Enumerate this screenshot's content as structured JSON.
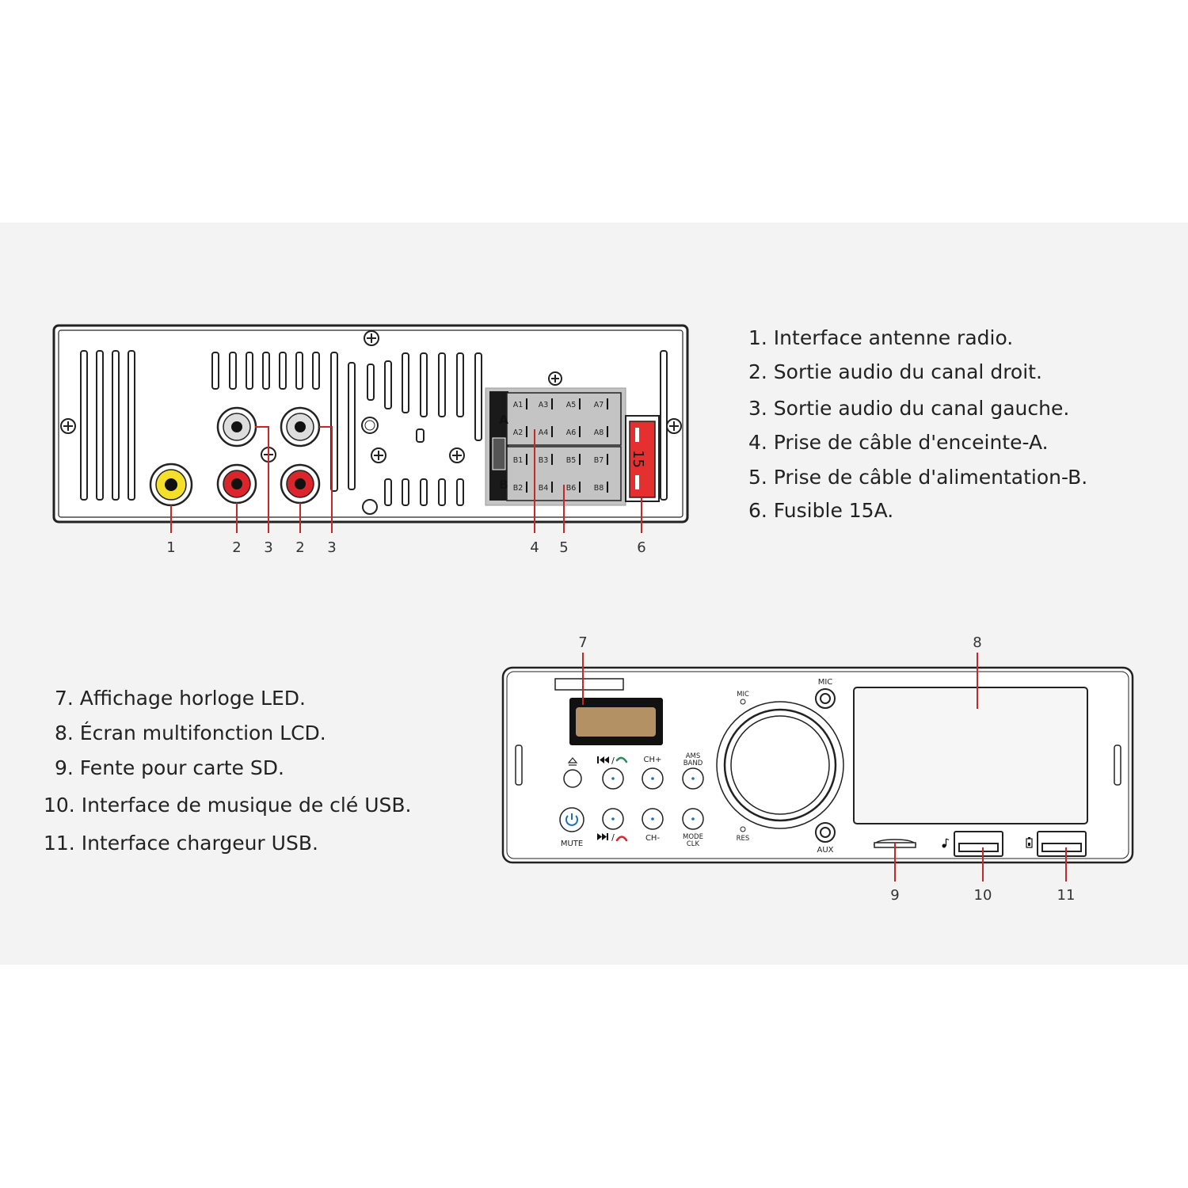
{
  "colors": {
    "band": "#f3f3f3",
    "callout_line": "#c62828",
    "rca_yellow": "#f4e02a",
    "rca_red": "#d9252b",
    "fuse_red": "#e53030",
    "connector_gray": "#c4c4c4",
    "power_blue": "#1f6fb2",
    "led_amber": "#b49164"
  },
  "rear_panel": {
    "callouts": [
      "1",
      "2",
      "3",
      "2",
      "3",
      "4",
      "5",
      "6"
    ],
    "connector": {
      "section_a": "A",
      "section_b": "B",
      "pins_a": [
        "A1",
        "A3",
        "A5",
        "A7",
        "A2",
        "A4",
        "A6",
        "A8"
      ],
      "pins_b": [
        "B1",
        "B3",
        "B5",
        "B7",
        "B2",
        "B4",
        "B6",
        "B8"
      ]
    },
    "fuse_label": "15"
  },
  "front_panel": {
    "callouts": [
      "7",
      "8",
      "9",
      "10",
      "11"
    ],
    "labels": {
      "mic_small": "MIC",
      "mic": "MIC",
      "res": "RES",
      "aux": "AUX",
      "mute": "MUTE",
      "ch_plus": "CH+",
      "ch_minus": "CH-",
      "ams": "AMS",
      "band": "BAND",
      "mode": "MODE",
      "clk": "CLK"
    },
    "icons": [
      "eject-icon",
      "prev-answer-icon",
      "next-hangup-icon",
      "power-icon",
      "music-note-icon",
      "battery-icon"
    ]
  },
  "legend_top": [
    "1. Interface antenne radio.",
    "2. Sortie audio du canal droit.",
    "3. Sortie audio du canal gauche.",
    "4. Prise de câble d'enceinte-A.",
    "5. Prise de câble d'alimentation-B.",
    "6. Fusible 15A."
  ],
  "legend_bottom": [
    "7. Affichage horloge LED.",
    "8. Écran multifonction LCD.",
    "9. Fente pour carte SD.",
    "10. Interface de musique de clé USB.",
    "11. Interface chargeur USB."
  ]
}
